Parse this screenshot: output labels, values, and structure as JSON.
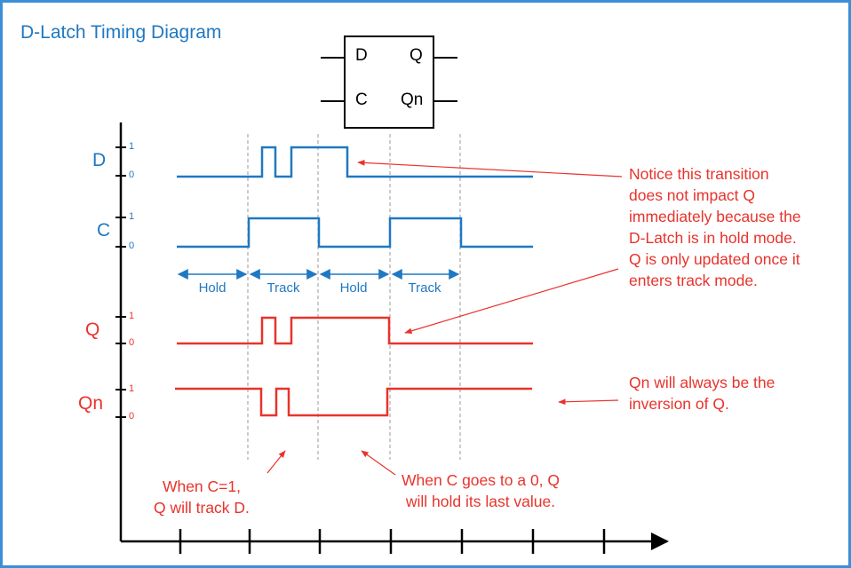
{
  "title": "D-Latch Timing Diagram",
  "latch": {
    "d": "D",
    "q": "Q",
    "c": "C",
    "qn": "Qn"
  },
  "signals": [
    {
      "name": "D",
      "color": "#1f78c2",
      "high": "1",
      "low": "0"
    },
    {
      "name": "C",
      "color": "#1f78c2",
      "high": "1",
      "low": "0"
    },
    {
      "name": "Q",
      "color": "#e8332c",
      "high": "1",
      "low": "0"
    },
    {
      "name": "Qn",
      "color": "#e8332c",
      "high": "1",
      "low": "0"
    }
  ],
  "segments": [
    "Hold",
    "Track",
    "Hold",
    "Track"
  ],
  "notes": {
    "hold_mode": "Notice this transition\ndoes not impact Q\nimmediately because the\nD-Latch is in hold mode.\nQ is only updated once it\nenters track mode.",
    "inversion": "Qn will always be the\ninversion of Q.",
    "track": "When C=1,\nQ will track D.",
    "hold": "When C goes to a 0, Q\nwill hold its last value."
  },
  "colors": {
    "blue": "#1f78c2",
    "red": "#e8332c",
    "border": "#3b8fd6",
    "axis": "#000000",
    "guide": "#999999"
  }
}
